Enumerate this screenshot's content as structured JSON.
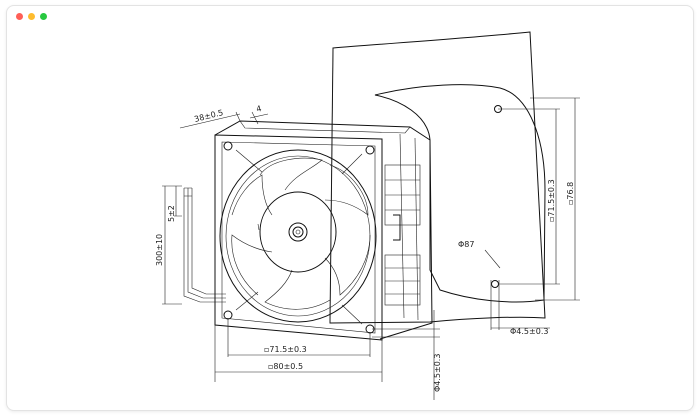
{
  "window": {
    "controls": [
      "close",
      "minimize",
      "maximize"
    ]
  },
  "dimensions": {
    "depth": "38±0.5",
    "flange": "4",
    "wire_strip": "5±2",
    "wire_length": "300±10",
    "hole_pitch": "▫71.5±0.3",
    "frame_size": "▫80±0.5",
    "hole_dia": "Φ4.5±0.3",
    "cutout_dia": "Φ87",
    "panel_pitch": "▫71.5±0.3",
    "panel_size": "▫76.8",
    "panel_hole": "Φ4.5±0.3"
  }
}
